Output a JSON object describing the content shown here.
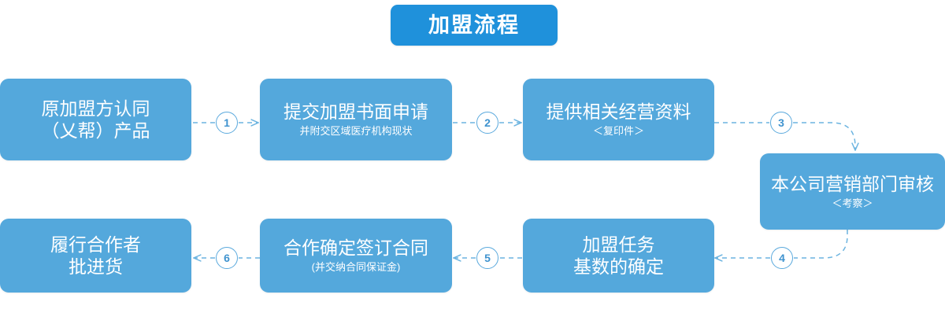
{
  "title": {
    "text": "加盟流程"
  },
  "colors": {
    "title_badge": "#1f91db",
    "node_fill": "#54a8dc",
    "node_text": "#ffffff",
    "connector": "#6cb4e0",
    "circle_border": "#5aa9dd",
    "circle_text": "#3f93cf",
    "background": "#ffffff"
  },
  "nodes": [
    {
      "id": "node-1",
      "lines": [
        "原加盟方认同",
        "（乂帮）产品"
      ],
      "sub": ""
    },
    {
      "id": "node-2",
      "lines": [
        "提交加盟书面申请"
      ],
      "sub": "并附交区域医疗机构现状"
    },
    {
      "id": "node-3",
      "lines": [
        "提供相关经营资料"
      ],
      "sub": "＜复印件＞"
    },
    {
      "id": "node-4",
      "lines": [
        "本公司营销部门审核"
      ],
      "sub": "＜考察＞"
    },
    {
      "id": "node-5",
      "lines": [
        "加盟任务",
        "基数的确定"
      ],
      "sub": ""
    },
    {
      "id": "node-6",
      "lines": [
        "合作确定签订合同"
      ],
      "sub": "(并交纳合同保证金)"
    },
    {
      "id": "node-7",
      "lines": [
        "履行合作者",
        "批进货"
      ],
      "sub": ""
    }
  ],
  "steps": [
    {
      "id": "step-1",
      "label": "1"
    },
    {
      "id": "step-2",
      "label": "2"
    },
    {
      "id": "step-3",
      "label": "3"
    },
    {
      "id": "step-4",
      "label": "4"
    },
    {
      "id": "step-5",
      "label": "5"
    },
    {
      "id": "step-6",
      "label": "6"
    }
  ]
}
